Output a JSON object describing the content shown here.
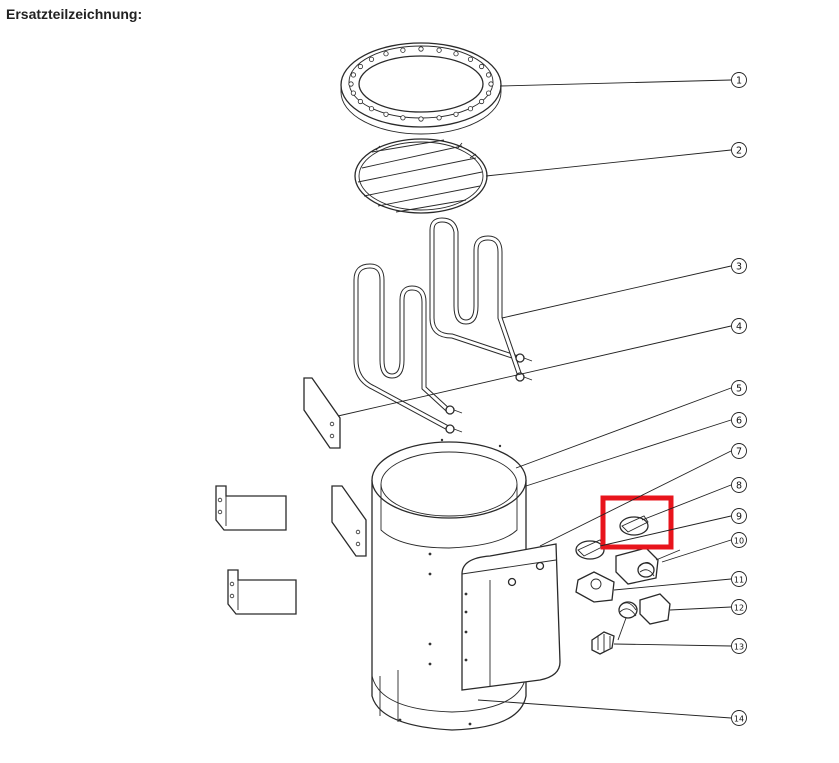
{
  "page_title": "Ersatzteilzeichnung:",
  "highlight_color": "#e8141c",
  "callouts": [
    "1",
    "2",
    "3",
    "4",
    "5",
    "6",
    "7",
    "8",
    "9",
    "10",
    "11",
    "12",
    "13",
    "14"
  ]
}
